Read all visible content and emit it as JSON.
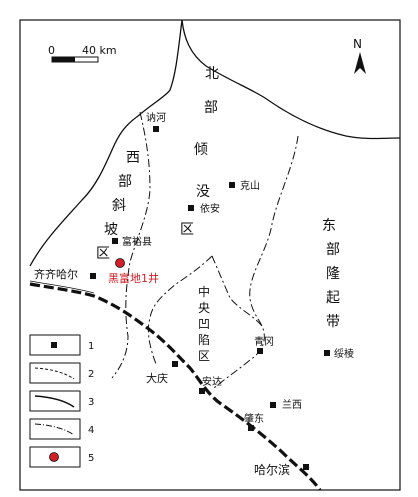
{
  "scale": {
    "zero": "0",
    "distance": "40 km"
  },
  "north": {
    "letter": "N"
  },
  "regions": {
    "north": [
      "北",
      "部",
      "倾",
      "没",
      "区"
    ],
    "west": [
      "西",
      "部",
      "斜",
      "坡",
      "区"
    ],
    "east": [
      "东",
      "部",
      "隆",
      "起",
      "带"
    ],
    "central": [
      "中",
      "央",
      "凹",
      "陷",
      "区"
    ]
  },
  "cities": {
    "nehe": "讷河",
    "keshan": "克山",
    "yian": "依安",
    "fuyu": "富裕县",
    "qiqihar": "齐齐哈尔",
    "heifu": "黑富地1井",
    "qinggang": "青冈",
    "suileng": "绥棱",
    "daqing": "大庆",
    "anda": "安达",
    "lanxi": "兰西",
    "zhaodong": "肇东",
    "harbin": "哈尔滨"
  },
  "legend": [
    "1",
    "2",
    "3",
    "4",
    "5"
  ],
  "colors": {
    "red": "#d21f26",
    "black": "#111111"
  }
}
